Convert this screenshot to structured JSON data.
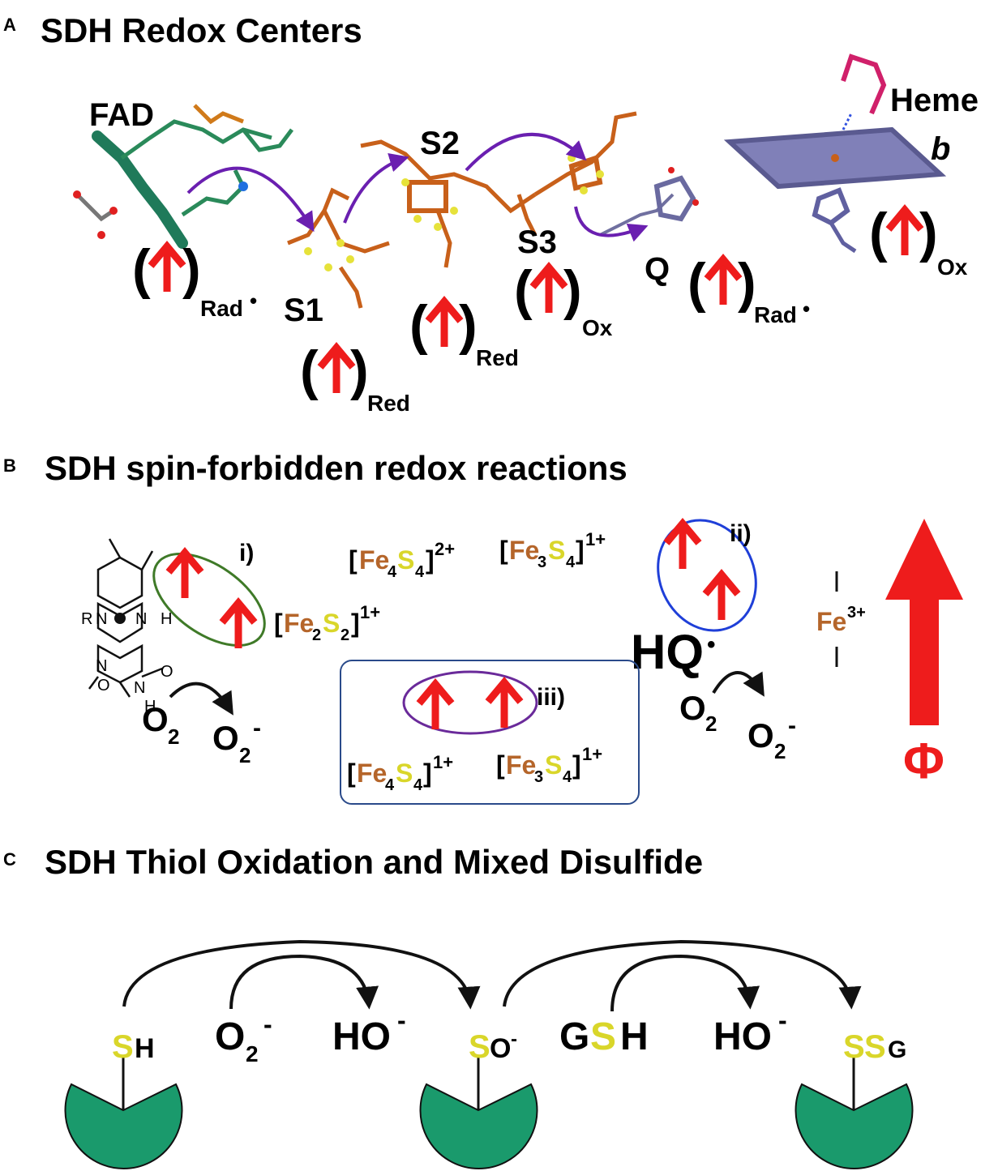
{
  "panel_a": {
    "letter": "A",
    "title": "SDH Redox Centers",
    "labels": {
      "fad": "FAD",
      "s1": "S1",
      "s2": "S2",
      "s3": "S3",
      "q": "Q",
      "heme": "Heme",
      "heme_b": "b"
    },
    "states": {
      "rad": "Rad",
      "red": "Red",
      "ox": "Ox",
      "radical_dot": "•"
    }
  },
  "panel_b": {
    "letter": "B",
    "title": "SDH spin-forbidden redox reactions",
    "labels": {
      "i": "i)",
      "ii": "ii)",
      "iii": "iii)",
      "hq": "HQ",
      "dot": "•",
      "fe3": "Fe",
      "fe3_charge": "3+",
      "phi": "Φ"
    },
    "clusters": {
      "fe": "Fe",
      "s": "S",
      "fe2s2": {
        "fe_n": "2",
        "s_n": "2",
        "charge": "1+"
      },
      "fe4s4_ox": {
        "fe_n": "4",
        "s_n": "4",
        "charge": "2+"
      },
      "fe3s4_top": {
        "fe_n": "3",
        "s_n": "4",
        "charge": "1+"
      },
      "fe4s4_red": {
        "fe_n": "4",
        "s_n": "4",
        "charge": "1+"
      },
      "fe3s4_box": {
        "fe_n": "3",
        "s_n": "4",
        "charge": "1+"
      }
    },
    "o2": {
      "o": "O",
      "sub": "2",
      "minus": "-"
    },
    "flavin": {
      "r": "R",
      "n": "N",
      "h": "H",
      "o": "O"
    }
  },
  "panel_c": {
    "letter": "C",
    "title": "SDH Thiol Oxidation and Mixed Disulfide",
    "species": {
      "s": "S",
      "h": "H",
      "o": "O",
      "g": "G",
      "minus": "-",
      "sub2": "2",
      "ho": "HO"
    }
  },
  "colors": {
    "arrow_red": "#ee1c1c",
    "iron_brown": "#b5652a",
    "sulfur_yellow": "#d9d62a",
    "pacman_green": "#1a9a6c",
    "ellipse_green": "#3f7a28",
    "ellipse_blue": "#1f3fd8",
    "ellipse_purple": "#6a2a9a",
    "box_border": "#2a4a8a",
    "curve_purple": "#6a1fb0"
  }
}
